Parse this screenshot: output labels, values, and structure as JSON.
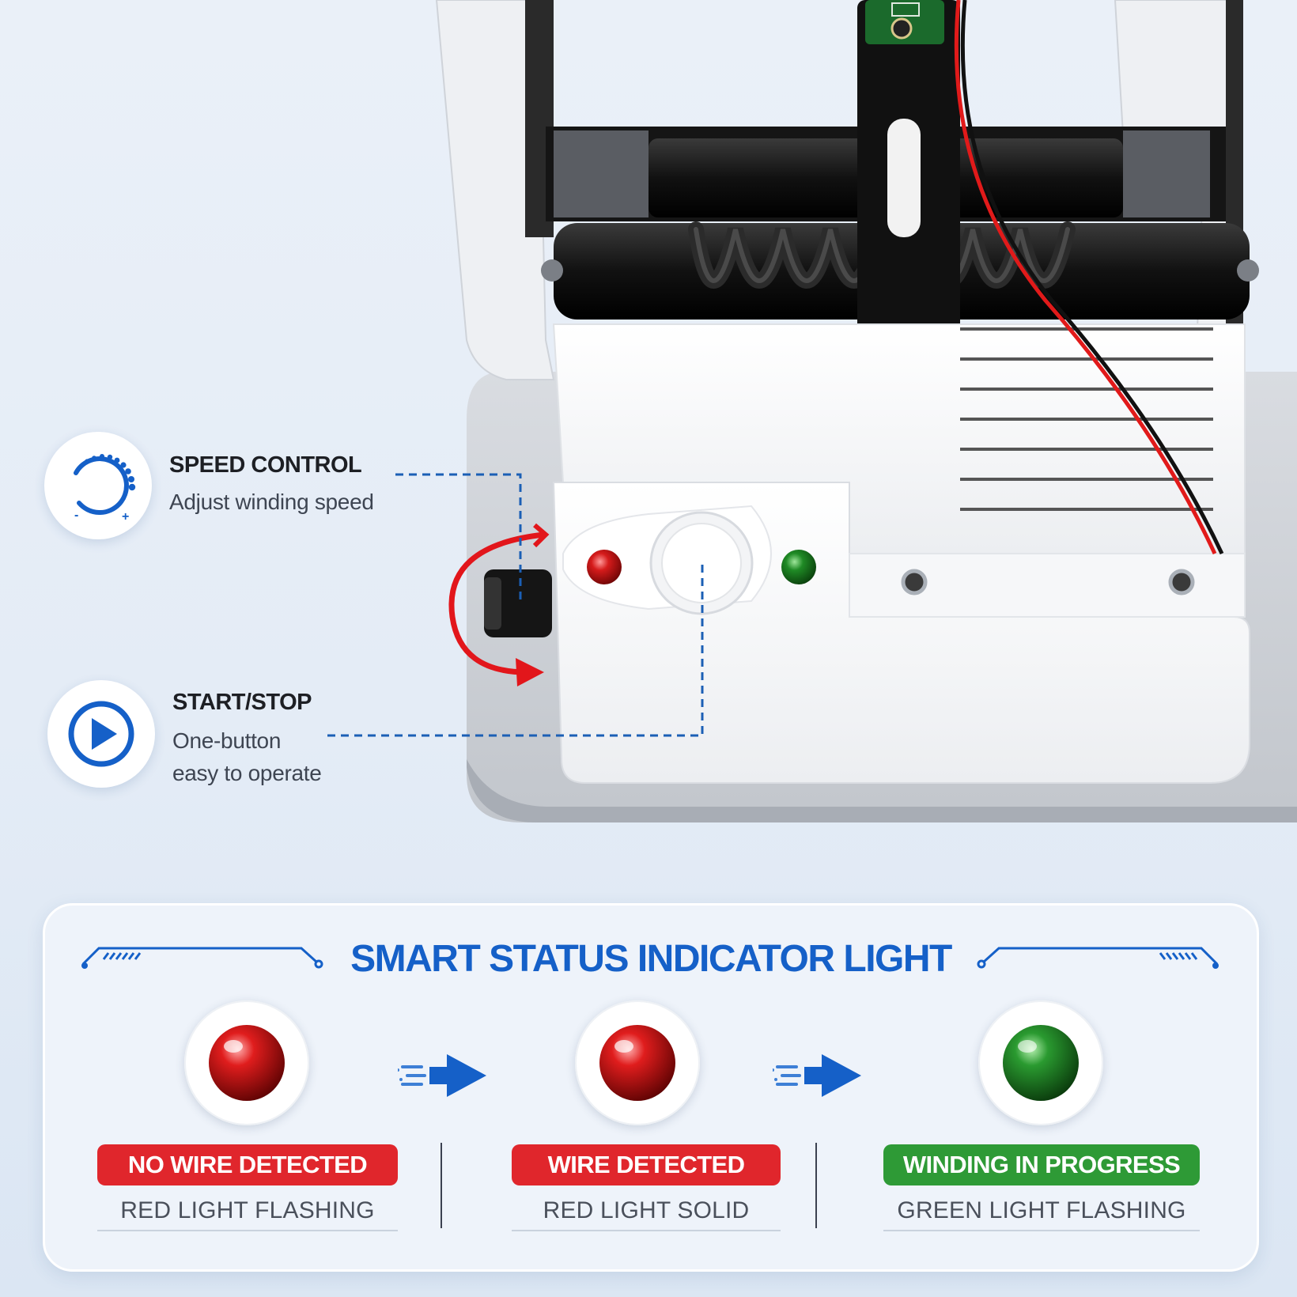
{
  "colors": {
    "accent_blue": "#1560c8",
    "red": "#e0262c",
    "green": "#2e9a36",
    "panel_bg": "#eef3fa",
    "page_bg": "#e4ecf6"
  },
  "features": [
    {
      "id": "speed-control",
      "icon": "speed-dial-icon",
      "title": "SPEED CONTROL",
      "desc_lines": [
        "Adjust winding speed"
      ]
    },
    {
      "id": "start-stop",
      "icon": "play-icon",
      "title": "START/STOP",
      "desc_lines": [
        "One-button",
        "easy to operate"
      ]
    }
  ],
  "status_panel": {
    "title": "SMART STATUS INDICATOR LIGHT",
    "stages": [
      {
        "badge": "NO WIRE DETECTED",
        "caption": "RED LIGHT FLASHING",
        "color": "#e0262c",
        "light": "red-light-icon"
      },
      {
        "badge": "WIRE DETECTED",
        "caption": "RED LIGHT SOLID",
        "color": "#e0262c",
        "light": "red-light-icon"
      },
      {
        "badge": "WINDING IN PROGRESS",
        "caption": "GREEN LIGHT FLASHING",
        "color": "#2e9a36",
        "light": "green-light-icon"
      }
    ]
  }
}
